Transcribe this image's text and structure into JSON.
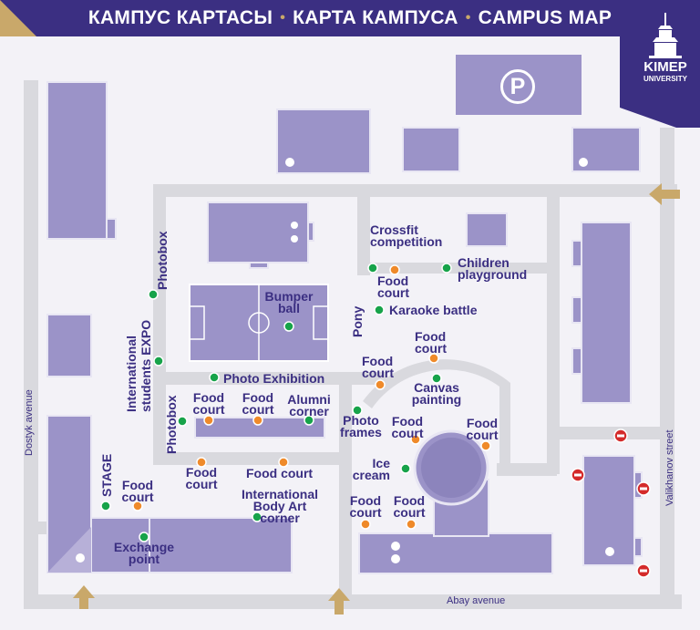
{
  "header": {
    "title_kz": "КАМПУС КАРТАСЫ",
    "title_ru": "КАРТА КАМПУСА",
    "title_en": "CAMPUS MAP",
    "separator": "•"
  },
  "logo": {
    "name": "KIMEP",
    "sub": "UNIVERSITY"
  },
  "parking": {
    "label": "P"
  },
  "streets": {
    "left": "Dostyk avenue",
    "right": "Valikhanov street",
    "bottom": "Abay avenue"
  },
  "labels": {
    "crossfit": "Crossfit competition",
    "children": "Children playground",
    "food_pony": "Food court",
    "karaoke": "Karaoke battle",
    "pony": "Pony",
    "bumper": "Bumper ball",
    "photobox_top": "Photobox",
    "expo": "International students EXPO",
    "photo_exhibition": "Photo Exhibition",
    "food_center_r": "Food court",
    "food_center_l": "Food court",
    "canvas": "Canvas painting",
    "photobox_bottom": "Photobox",
    "food_row_1": "Food court",
    "food_row_2": "Food court",
    "alumni": "Alumni corner",
    "photo_frames": "Photo frames",
    "food_mid_1": "Food court",
    "food_mid_2": "Food court",
    "ice_cream": "Ice cream",
    "food_lower_1": "Food court",
    "food_lower_2": "Food court",
    "stage": "STAGE",
    "food_stage": "Food court",
    "body_art": "International Body Art corner",
    "exchange": "Exchange point",
    "food_bottom_1": "Food court",
    "food_bottom_2": "Food court"
  },
  "colors": {
    "header": "#3b2f82",
    "building": "#9b93c8",
    "road": "#d8d8dc",
    "activity_dot": "#17a34a",
    "food_dot": "#ef8a2a",
    "no_entry": "#d42a2a",
    "entrance_arrow": "#c9a86a",
    "text": "#3b2f82"
  }
}
